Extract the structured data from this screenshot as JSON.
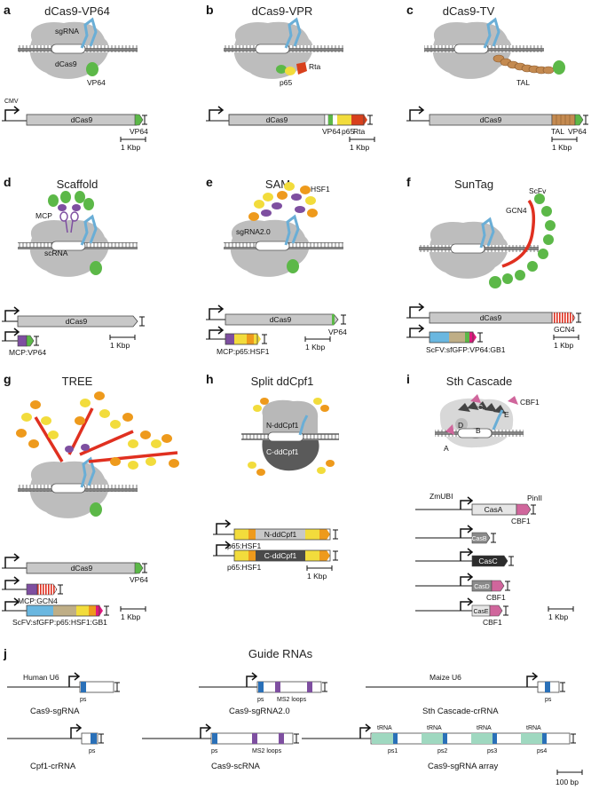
{
  "panels": {
    "a": {
      "letter": "a",
      "title": "dCas9-VP64",
      "labels": {
        "sgrna": "sgRNA",
        "dcas9": "dCas9",
        "vp64": "VP64"
      },
      "promoter": "CMV",
      "cassette": {
        "body": "dCas9",
        "tail": "VP64"
      },
      "scale": "1 Kbp"
    },
    "b": {
      "letter": "b",
      "title": "dCas9-VPR",
      "labels": {
        "rta": "Rta",
        "p65": "p65"
      },
      "cassette": {
        "body": "dCas9",
        "vp64": "VP64",
        "p65": "p65",
        "rta": "Rta"
      },
      "scale": "1 Kbp"
    },
    "c": {
      "letter": "c",
      "title": "dCas9-TV",
      "labels": {
        "tal": "TAL"
      },
      "cassette": {
        "body": "dCas9",
        "tal": "TAL",
        "vp64": "VP64"
      },
      "scale": "1 Kbp"
    },
    "d": {
      "letter": "d",
      "title": "Scaffold",
      "labels": {
        "mcp": "MCP",
        "scrna": "scRNA"
      },
      "cassette": {
        "body": "dCas9",
        "second": "MCP:VP64"
      },
      "scale": "1 Kbp"
    },
    "e": {
      "letter": "e",
      "title": "SAM",
      "labels": {
        "hsf1": "HSF1",
        "sgrna2": "sgRNA2.0"
      },
      "cassette": {
        "body": "dCas9",
        "tail": "VP64",
        "second": "MCP:p65:HSF1"
      },
      "scale": "1 Kbp"
    },
    "f": {
      "letter": "f",
      "title": "SunTag",
      "labels": {
        "scfv": "ScFv",
        "gcn4": "GCN4"
      },
      "cassette": {
        "body": "dCas9",
        "tail": "GCN4",
        "second": "ScFV:sfGFP:VP64:GB1"
      },
      "scale": "1 Kbp"
    },
    "g": {
      "letter": "g",
      "title": "TREE",
      "cassette": {
        "body": "dCas9",
        "tail": "VP64",
        "second": "MCP:GCN4",
        "third": "ScFV:sfGFP:p65:HSF1:GB1"
      },
      "scale": "1 Kbp"
    },
    "h": {
      "letter": "h",
      "title": "Split ddCpf1",
      "labels": {
        "n": "N-ddCpf1",
        "c": "C-ddCpf1"
      },
      "cassette": {
        "n": "N-ddCpf1",
        "c": "C-ddCpf1",
        "p65": "p65:HSF1"
      },
      "scale": "1 Kbp"
    },
    "i": {
      "letter": "i",
      "title": "Sth Cascade",
      "labels": {
        "cbf1": "CBF1",
        "a": "A",
        "b": "B",
        "c": "C",
        "d": "D",
        "e": "E"
      },
      "cassette": {
        "promoter": "ZmUBI",
        "terminator": "PinII",
        "casa": "CasA",
        "casb": "CasB",
        "casc": "CasC",
        "casd": "CasD",
        "case": "CasE",
        "cbf1": "CBF1"
      },
      "scale": "1 Kbp"
    },
    "j": {
      "letter": "j",
      "title": "Guide RNAs",
      "human_u6": "Human U6",
      "maize_u6": "Maize U6",
      "ps": "ps",
      "ms2": "MS2 loops",
      "cas9_sgrna": "Cas9-sgRNA",
      "cas9_sgrna2": "Cas9-sgRNA2.0",
      "sth_crrna": "Sth Cascade-crRNA",
      "cpf1_crrna": "Cpf1-crRNA",
      "cas9_scrna": "Cas9-scRNA",
      "array": "Cas9-sgRNA array",
      "trna": "tRNA",
      "ps1": "ps1",
      "ps2": "ps2",
      "ps3": "ps3",
      "ps4": "ps4",
      "scale": "100 bp"
    }
  },
  "colors": {
    "dcas9": "#c8c8c8",
    "protein": "#9a9a9a",
    "rna": "#6aaed6",
    "vp64": "#5cb848",
    "p65": "#f2dc3c",
    "hsf1": "#ee9a1c",
    "rta": "#d8401c",
    "tal": "#c48a50",
    "mcp": "#7e4fa0",
    "gcn4": "#e03020",
    "sfgfp": "#6ab7e0",
    "gb1": "#e0187e",
    "cbf1": "#d0669c",
    "psblue": "#2a70b8",
    "trna": "#9fd8c0",
    "dark": "#4a4a4a",
    "khaki": "#bfae86"
  }
}
